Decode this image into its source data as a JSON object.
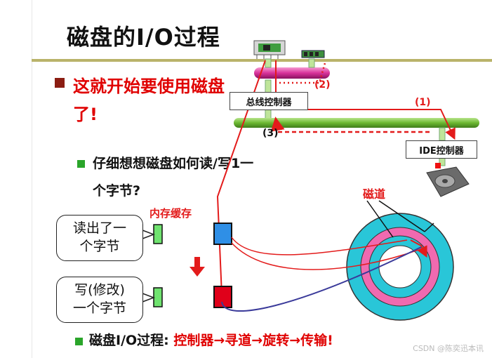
{
  "slide": {
    "title": "磁盘的I/O过程",
    "bullet_main_line1": "这就开始要使用磁盘",
    "bullet_main_line2": "了!",
    "sub_bullet_line1": "仔细想想磁盘如何读/写1一",
    "sub_bullet_line2": "个字节?",
    "bottom_bullet_prefix": "磁盘I/O过程: ",
    "bottom_bullet_steps": "控制器→寻道→旋转→传输!"
  },
  "diagram": {
    "bus_controller_label": "总线控制器",
    "ide_controller_label": "IDE控制器",
    "step1_label": "(1)",
    "step2_label": "(2)",
    "step3_label": "(3)",
    "track_label": "磁道",
    "memory_buffer_label": "内存缓存",
    "read_bubble_line1": "读出了一",
    "read_bubble_line2": "个字节",
    "write_bubble_line1": "写(修改)",
    "write_bubble_line2": "一个字节"
  },
  "colors": {
    "upper_bus": "#d8329a",
    "lower_bus": "#7bc242",
    "red_path": "#e31b1b",
    "blue_path": "#3a3a9a",
    "disk_outer": "#29c6d8",
    "disk_middle": "#f06ab0",
    "blue_buffer": "#2f8fe6",
    "red_buffer": "#e0001a",
    "green_block": "#6fe36f"
  },
  "watermark": "CSDN @陈奕迅本讯"
}
